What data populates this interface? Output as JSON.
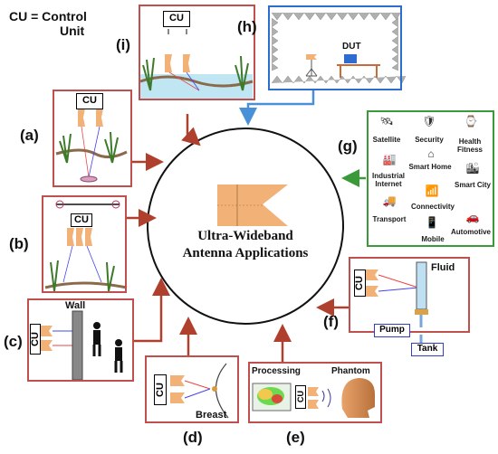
{
  "legend": {
    "line1": "CU = Control",
    "line2": "Unit"
  },
  "center": {
    "title_line1": "Ultra-Wideband",
    "title_line2": "Antenna Applications"
  },
  "panels": {
    "a": {
      "tag": "(a)",
      "cu": "CU"
    },
    "b": {
      "tag": "(b)",
      "cu": "CU"
    },
    "c": {
      "tag": "(c)",
      "cu": "CU",
      "wall": "Wall"
    },
    "d": {
      "tag": "(d)",
      "cu": "CU",
      "target": "Breast"
    },
    "e": {
      "tag": "(e)",
      "cu": "CU",
      "processing": "Processing",
      "phantom": "Phantom"
    },
    "f": {
      "tag": "(f)",
      "cu": "CU",
      "fluid": "Fluid",
      "pump": "Pump",
      "tank": "Tank"
    },
    "g": {
      "tag": "(g)",
      "items": [
        {
          "label": "Satellite",
          "icon": "satellite-icon"
        },
        {
          "label": "Security",
          "icon": "security-icon"
        },
        {
          "label": "Health Fitness",
          "icon": "watch-icon"
        },
        {
          "label": "Industrial Internet",
          "icon": "factory-icon"
        },
        {
          "label": "Smart Home",
          "icon": "home-icon"
        },
        {
          "label": "Smart City",
          "icon": "city-icon"
        },
        {
          "label": "Transport",
          "icon": "truck-icon"
        },
        {
          "label": "Connectivity",
          "icon": "wifi-icon"
        },
        {
          "label": "Mobile",
          "icon": "phone-icon"
        },
        {
          "label": "Automotive",
          "icon": "car-icon"
        }
      ]
    },
    "h": {
      "tag": "(h)",
      "dut": "DUT"
    },
    "i": {
      "tag": "(i)",
      "cu": "CU"
    }
  },
  "colors": {
    "panel_border": "#c0504d",
    "arrow_red": "#b0402e",
    "arrow_blue": "#4a90d9",
    "arrow_green": "#3a9a3a",
    "antenna": "#f2b277",
    "g_border": "#3a9a3a",
    "h_border": "#2f6ccf"
  }
}
